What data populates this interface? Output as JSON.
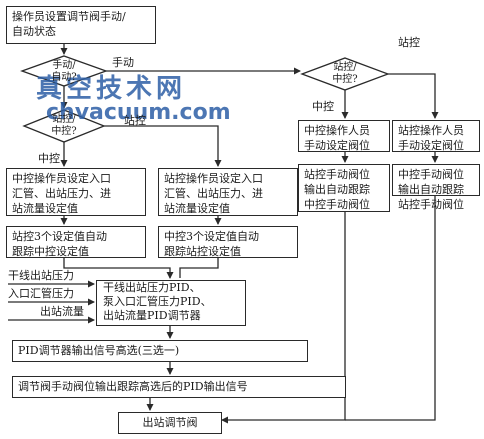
{
  "watermark": {
    "title": "真空技术网",
    "url": "chvacuum.com"
  },
  "boxes": {
    "start": "操作员设置调节阀手动/\n自动状态",
    "left_set": "中控操作员设定入口\n汇管、出站压力、进\n站流量设定值",
    "mid_set": "站控操作员设定入口\n汇管、出站压力、进\n站流量设定值",
    "left_track": "站控3个设定值自动\n跟踪中控设定值",
    "mid_track": "中控3个设定值自动\n跟踪站控设定值",
    "r1_set": "中控操作人员\n手动设定阀位",
    "r1_track": "站控手动阀位\n输出自动跟踪\n中控手动阀位",
    "r2_set": "站控操作人员\n手动设定阀位",
    "r2_track": "中控手动阀位\n输出自动跟踪\n站控手动阀位",
    "pid": "干线出站压力PID、\n泵入口汇管压力PID、\n出站流量PID调节器",
    "select": "PID调节器输出信号高选(三选一)",
    "manual_track": "调节阀手动阀位输出跟踪高选后的PID输出信号",
    "valve": "出站调节阀"
  },
  "decisions": {
    "d1": "手动/\n自动?",
    "d2": "站控/\n中控?",
    "d3": "站控/\n中控?"
  },
  "labels": {
    "d1_branch": "手动",
    "d2_left": "中控",
    "d2_right": "站控",
    "d3_left": "中控",
    "d3_right": "站控",
    "in_pressure": "干线出站压力",
    "in_manifold": "入口汇管压力",
    "in_flow": "出站流量"
  }
}
